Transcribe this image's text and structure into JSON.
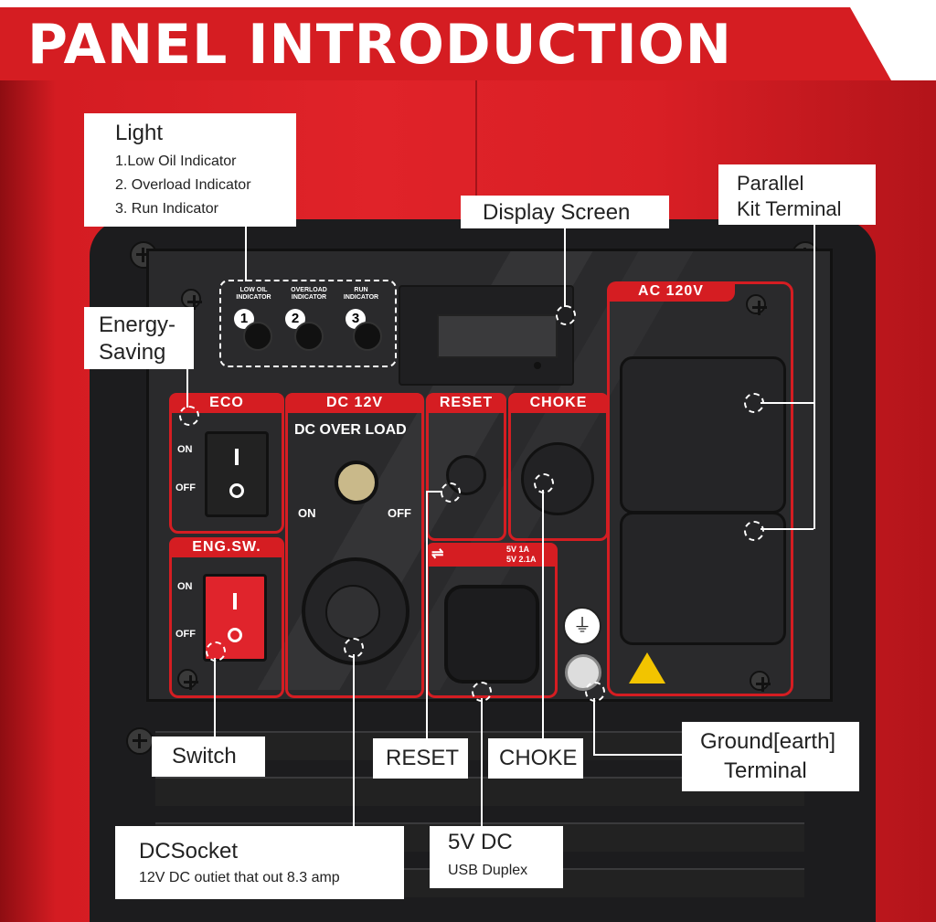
{
  "header": {
    "title": "PANEL INTRODUCTION"
  },
  "panel": {
    "indicators": [
      {
        "label": "LOW OIL INDICATOR",
        "num": "1"
      },
      {
        "label": "OVERLOAD INDICATOR",
        "num": "2"
      },
      {
        "label": "RUN INDICATOR",
        "num": "3"
      }
    ],
    "eco": {
      "label": "ECO",
      "on": "ON",
      "off": "OFF"
    },
    "engsw": {
      "label": "ENG.SW.",
      "on": "ON",
      "off": "OFF"
    },
    "dc12v": {
      "label": "DC 12V",
      "overload": "DC OVER LOAD",
      "on": "ON",
      "off": "OFF"
    },
    "reset": {
      "label": "RESET"
    },
    "choke": {
      "label": "CHOKE"
    },
    "usb": {
      "line1": "5V 1A",
      "line2": "5V 2.1A"
    },
    "ac": {
      "label": "AC 120V"
    }
  },
  "callouts": {
    "light": {
      "title": "Light",
      "items": [
        "1.Low Oil Indicator",
        "2. Overload Indicator",
        "3. Run Indicator"
      ]
    },
    "display": {
      "title": "Display Screen"
    },
    "parallel": {
      "line1": "Parallel",
      "line2": "Kit Terminal"
    },
    "energy": {
      "line1": "Energy-",
      "line2": "Saving"
    },
    "switch": {
      "title": "Switch"
    },
    "reset": {
      "title": "RESET"
    },
    "choke": {
      "title": "CHOKE"
    },
    "ground": {
      "line1": "Ground[earth]",
      "line2": "Terminal"
    },
    "dcsocket": {
      "title": "DCSocket",
      "sub": "12V DC outiet that out 8.3 amp"
    },
    "usb": {
      "title": "5V DC",
      "sub": "USB Duplex"
    }
  },
  "colors": {
    "brand_red": "#d51d22",
    "panel": "#2a2a2c"
  }
}
